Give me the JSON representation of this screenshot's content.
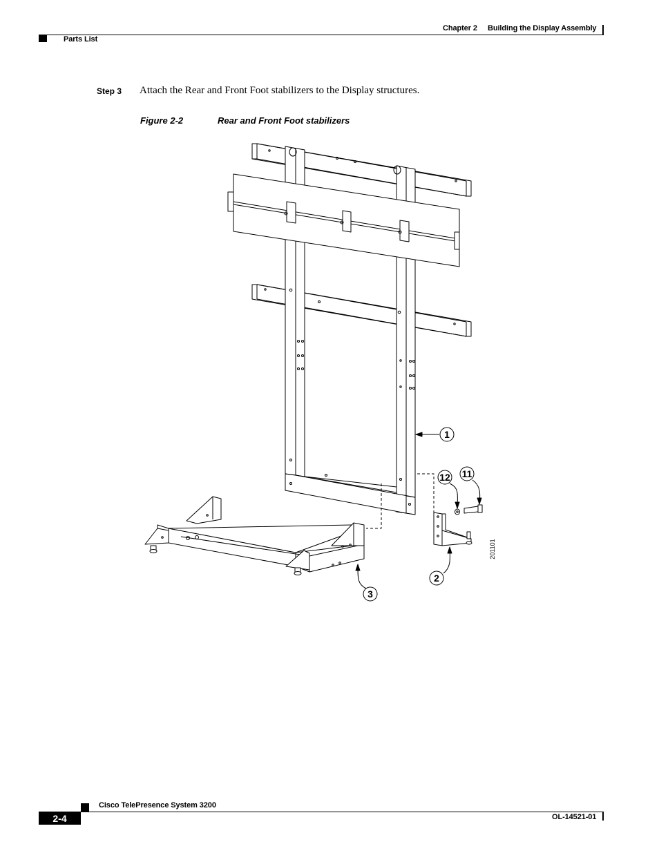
{
  "header": {
    "chapter": "Chapter 2",
    "chapter_title": "Building the Display Assembly",
    "section": "Parts List"
  },
  "step": {
    "label": "Step 3",
    "text": "Attach the Rear and Front Foot stabilizers to the Display structures."
  },
  "figure": {
    "number": "Figure 2-2",
    "title": "Rear and Front Foot stabilizers",
    "art_id": "201101",
    "callouts": [
      "1",
      "12",
      "11",
      "2",
      "3"
    ]
  },
  "footer": {
    "doc_title": "Cisco TelePresence System 3200",
    "page": "2-4",
    "doc_number": "OL-14521-01"
  }
}
